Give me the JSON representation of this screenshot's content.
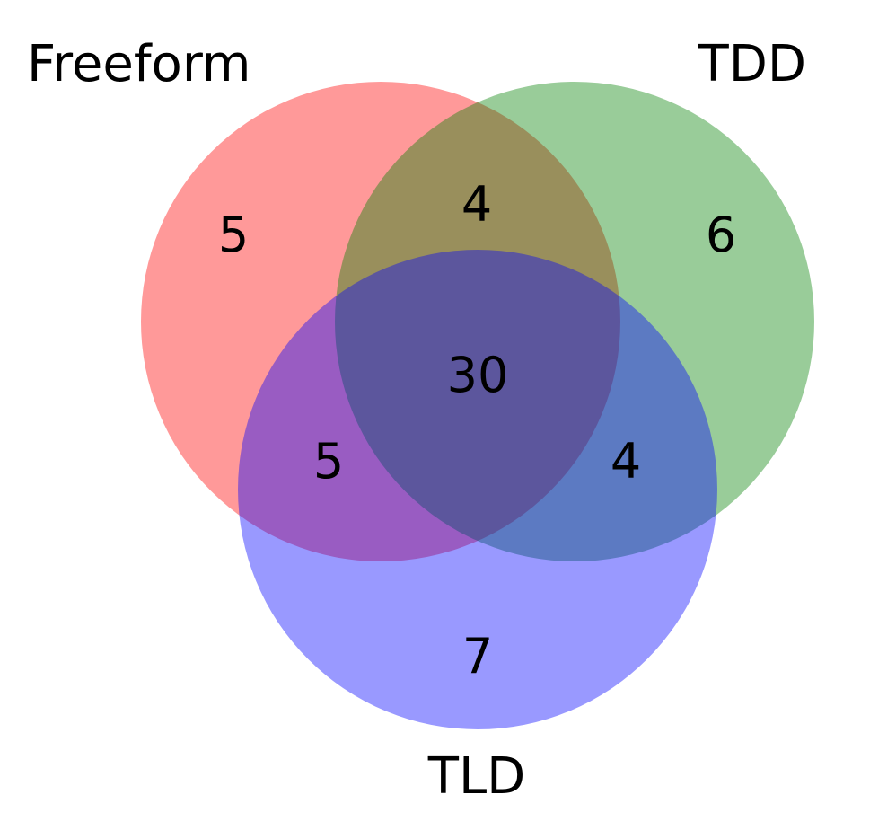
{
  "venn": {
    "sets": [
      {
        "label": "Freeform",
        "color": "#ff0000"
      },
      {
        "label": "TDD",
        "color": "#008000"
      },
      {
        "label": "TLD",
        "color": "#0000ff"
      }
    ],
    "circle_opacity": 0.4,
    "regions": {
      "freeform_only": "5",
      "tdd_only": "6",
      "tld_only": "7",
      "freeform_tdd": "4",
      "freeform_tld": "5",
      "tdd_tld": "4",
      "all_three": "30"
    }
  }
}
